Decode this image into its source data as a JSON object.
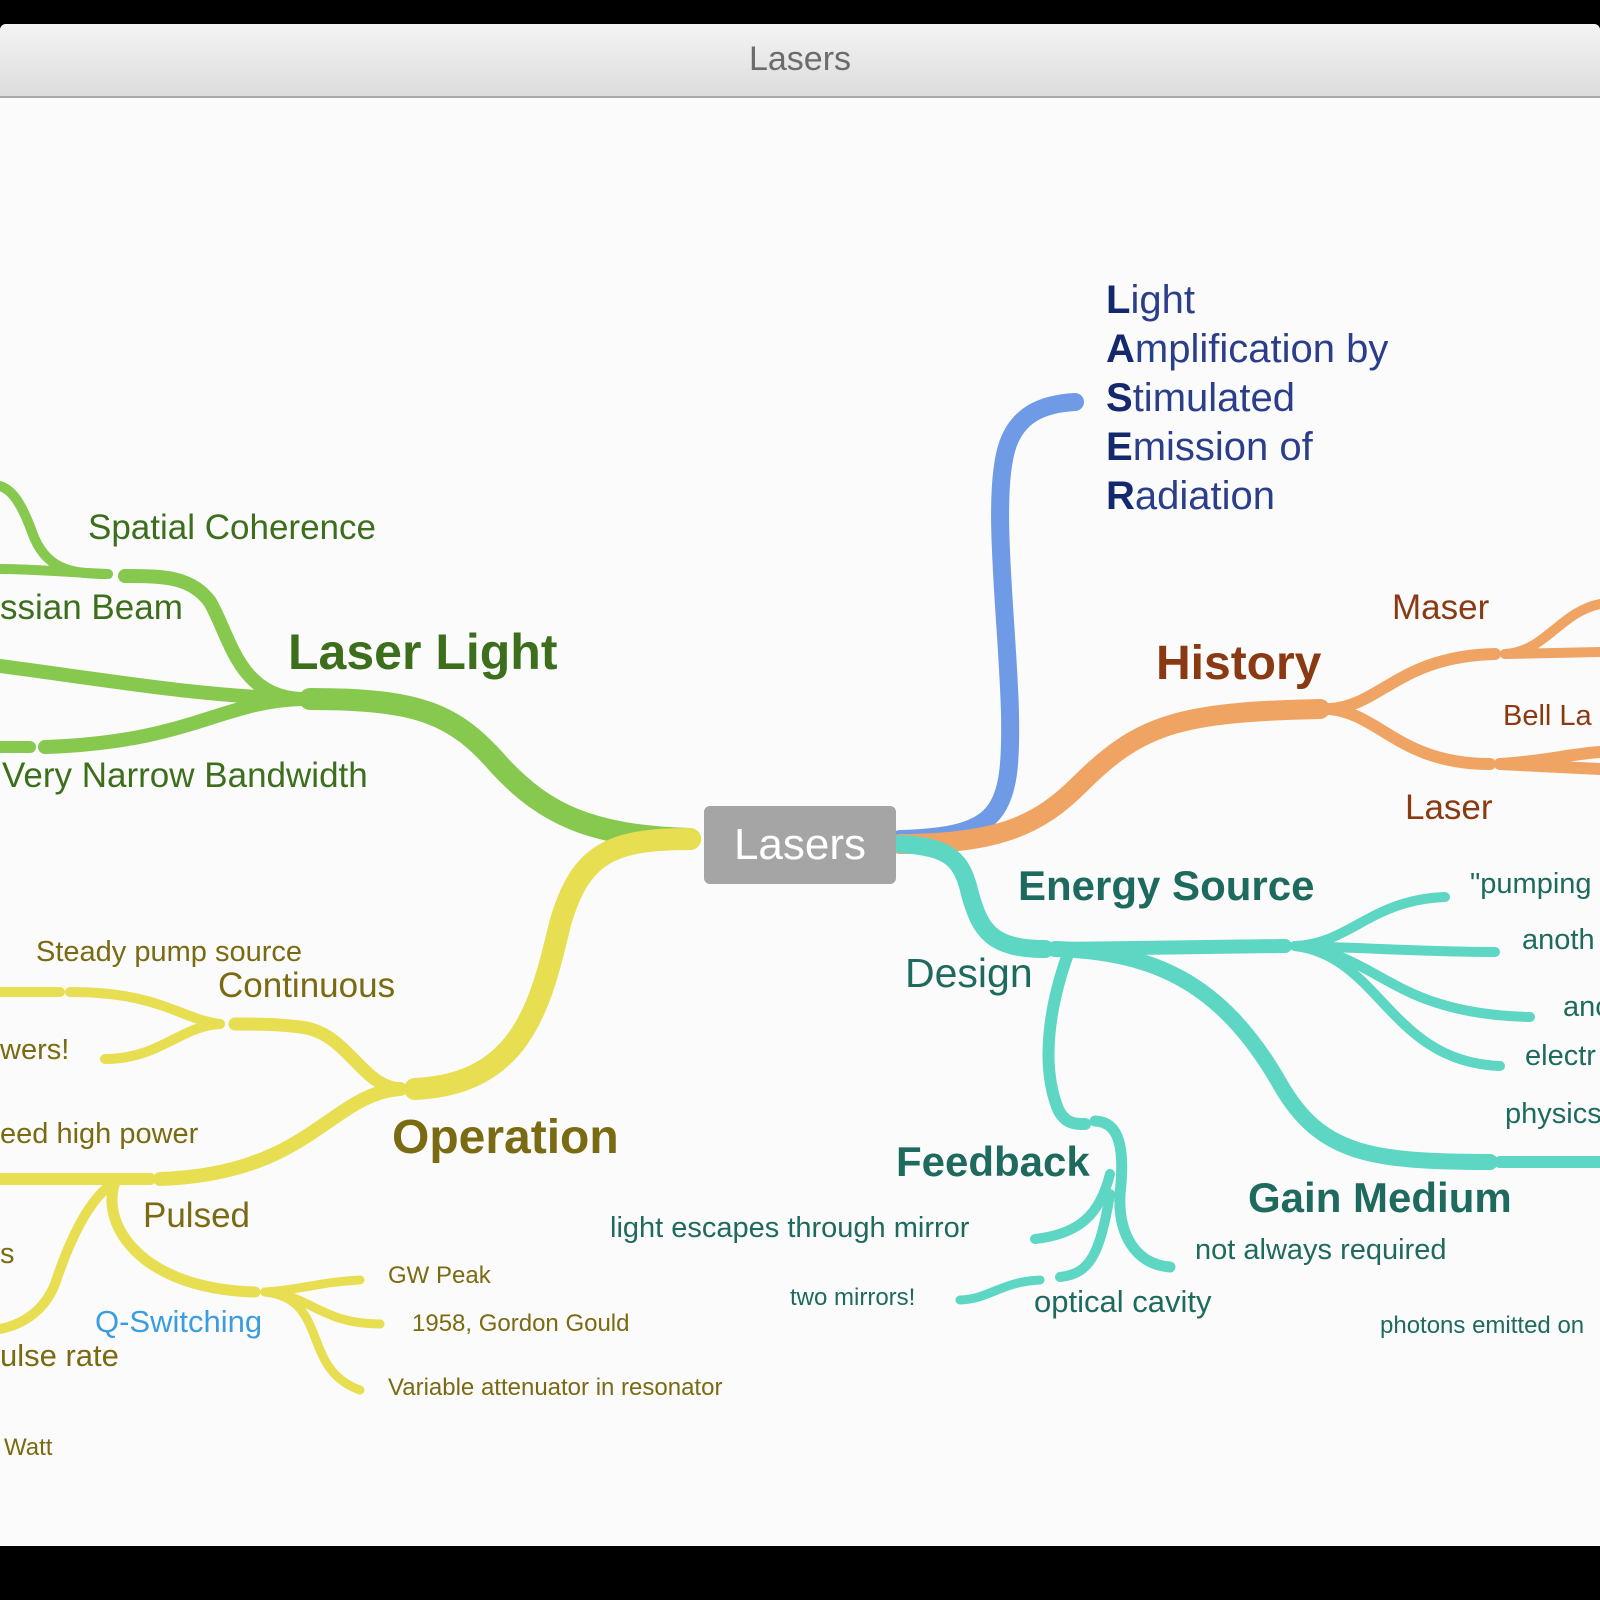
{
  "window": {
    "title": "Lasers"
  },
  "colors": {
    "laser_light": "#86c94e",
    "operation": "#e8de52",
    "history": "#f0a464",
    "definition": "#6f9ae6",
    "design": "#5dd6c4",
    "central": "#a5a5a5"
  },
  "map": {
    "central": "Lasers",
    "acronym": [
      {
        "initial": "L",
        "rest": "ight"
      },
      {
        "initial": "A",
        "rest": "mplification by"
      },
      {
        "initial": "S",
        "rest": "timulated"
      },
      {
        "initial": "E",
        "rest": "mission of"
      },
      {
        "initial": "R",
        "rest": "adiation"
      }
    ],
    "laser_light": {
      "title": "Laser Light",
      "children": [
        "Spatial Coherence",
        "ssian Beam",
        "Very Narrow Bandwidth"
      ]
    },
    "operation": {
      "title": "Operation",
      "continuous": "Continuous",
      "steady_pump": "Steady pump source",
      "wers": "wers!",
      "eed_high_power": "eed high power",
      "pulsed": "Pulsed",
      "s": "s",
      "q_switching": "Q-Switching",
      "ulse_rate": "ulse rate",
      "watt": "Watt",
      "gw_peak": "GW Peak",
      "gordon_gould": "1958, Gordon Gould",
      "variable_attenuator": "Variable attenuator in resonator"
    },
    "history": {
      "title": "History",
      "maser": "Maser",
      "bell_labs": "Bell La",
      "laser": "Laser"
    },
    "design": {
      "title": "Design",
      "energy_source": "Energy Source",
      "pumping": "\"pumping",
      "anoth": "anoth",
      "anc": "anc",
      "electr": "electr",
      "physics": "physics",
      "gain_medium": "Gain Medium",
      "not_always_required": "not always required",
      "photons_emitted": "photons emitted on",
      "feedback": "Feedback",
      "light_escapes": "light escapes through mirror",
      "two_mirrors": "two mirrors!",
      "optical_cavity": "optical cavity"
    }
  }
}
